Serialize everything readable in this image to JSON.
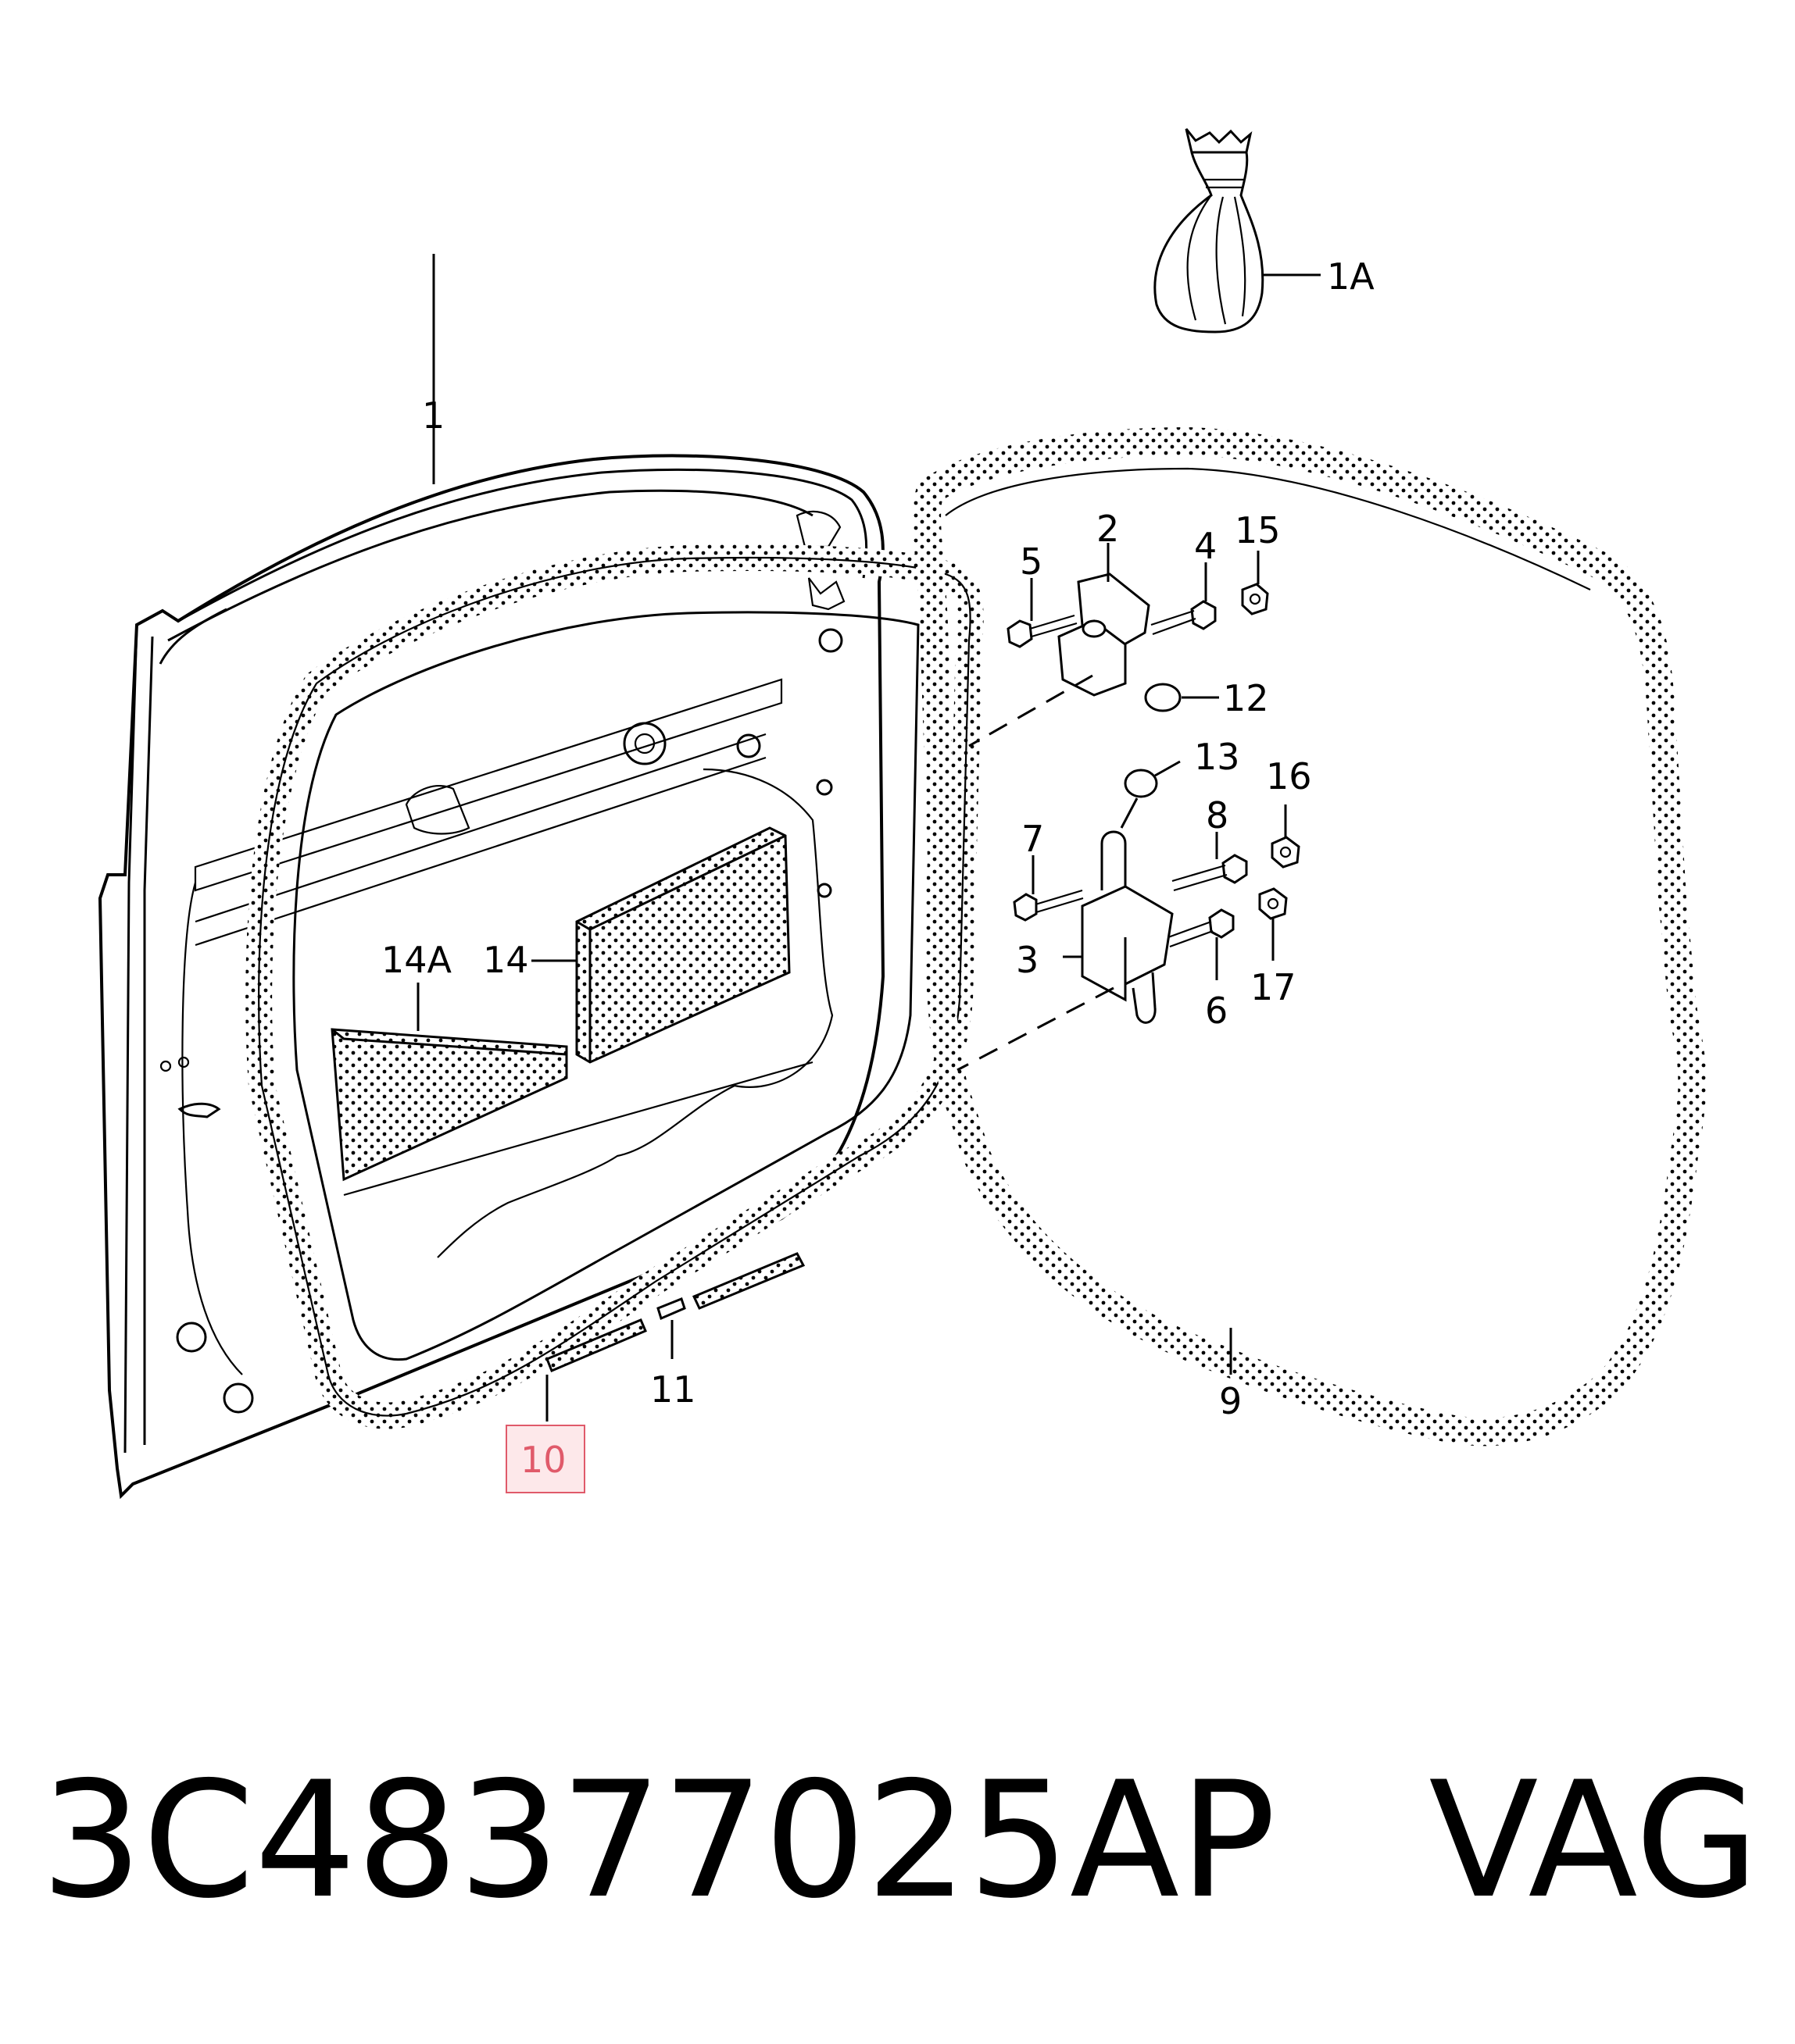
{
  "labels": {
    "l1": "1",
    "l1a": "1A",
    "l2": "2",
    "l3": "3",
    "l4": "4",
    "l5": "5",
    "l6": "6",
    "l7": "7",
    "l8": "8",
    "l9": "9",
    "l10": "10",
    "l11": "11",
    "l12": "12",
    "l13": "13",
    "l14": "14",
    "l14a": "14A",
    "l15": "15",
    "l16": "16",
    "l17": "17"
  },
  "highlight": {
    "part": "10",
    "border_color": "#e05a6a",
    "fill_color": "#fde8ea"
  },
  "footer": {
    "part_number": "3C48377025AP",
    "brand": "VAG"
  }
}
